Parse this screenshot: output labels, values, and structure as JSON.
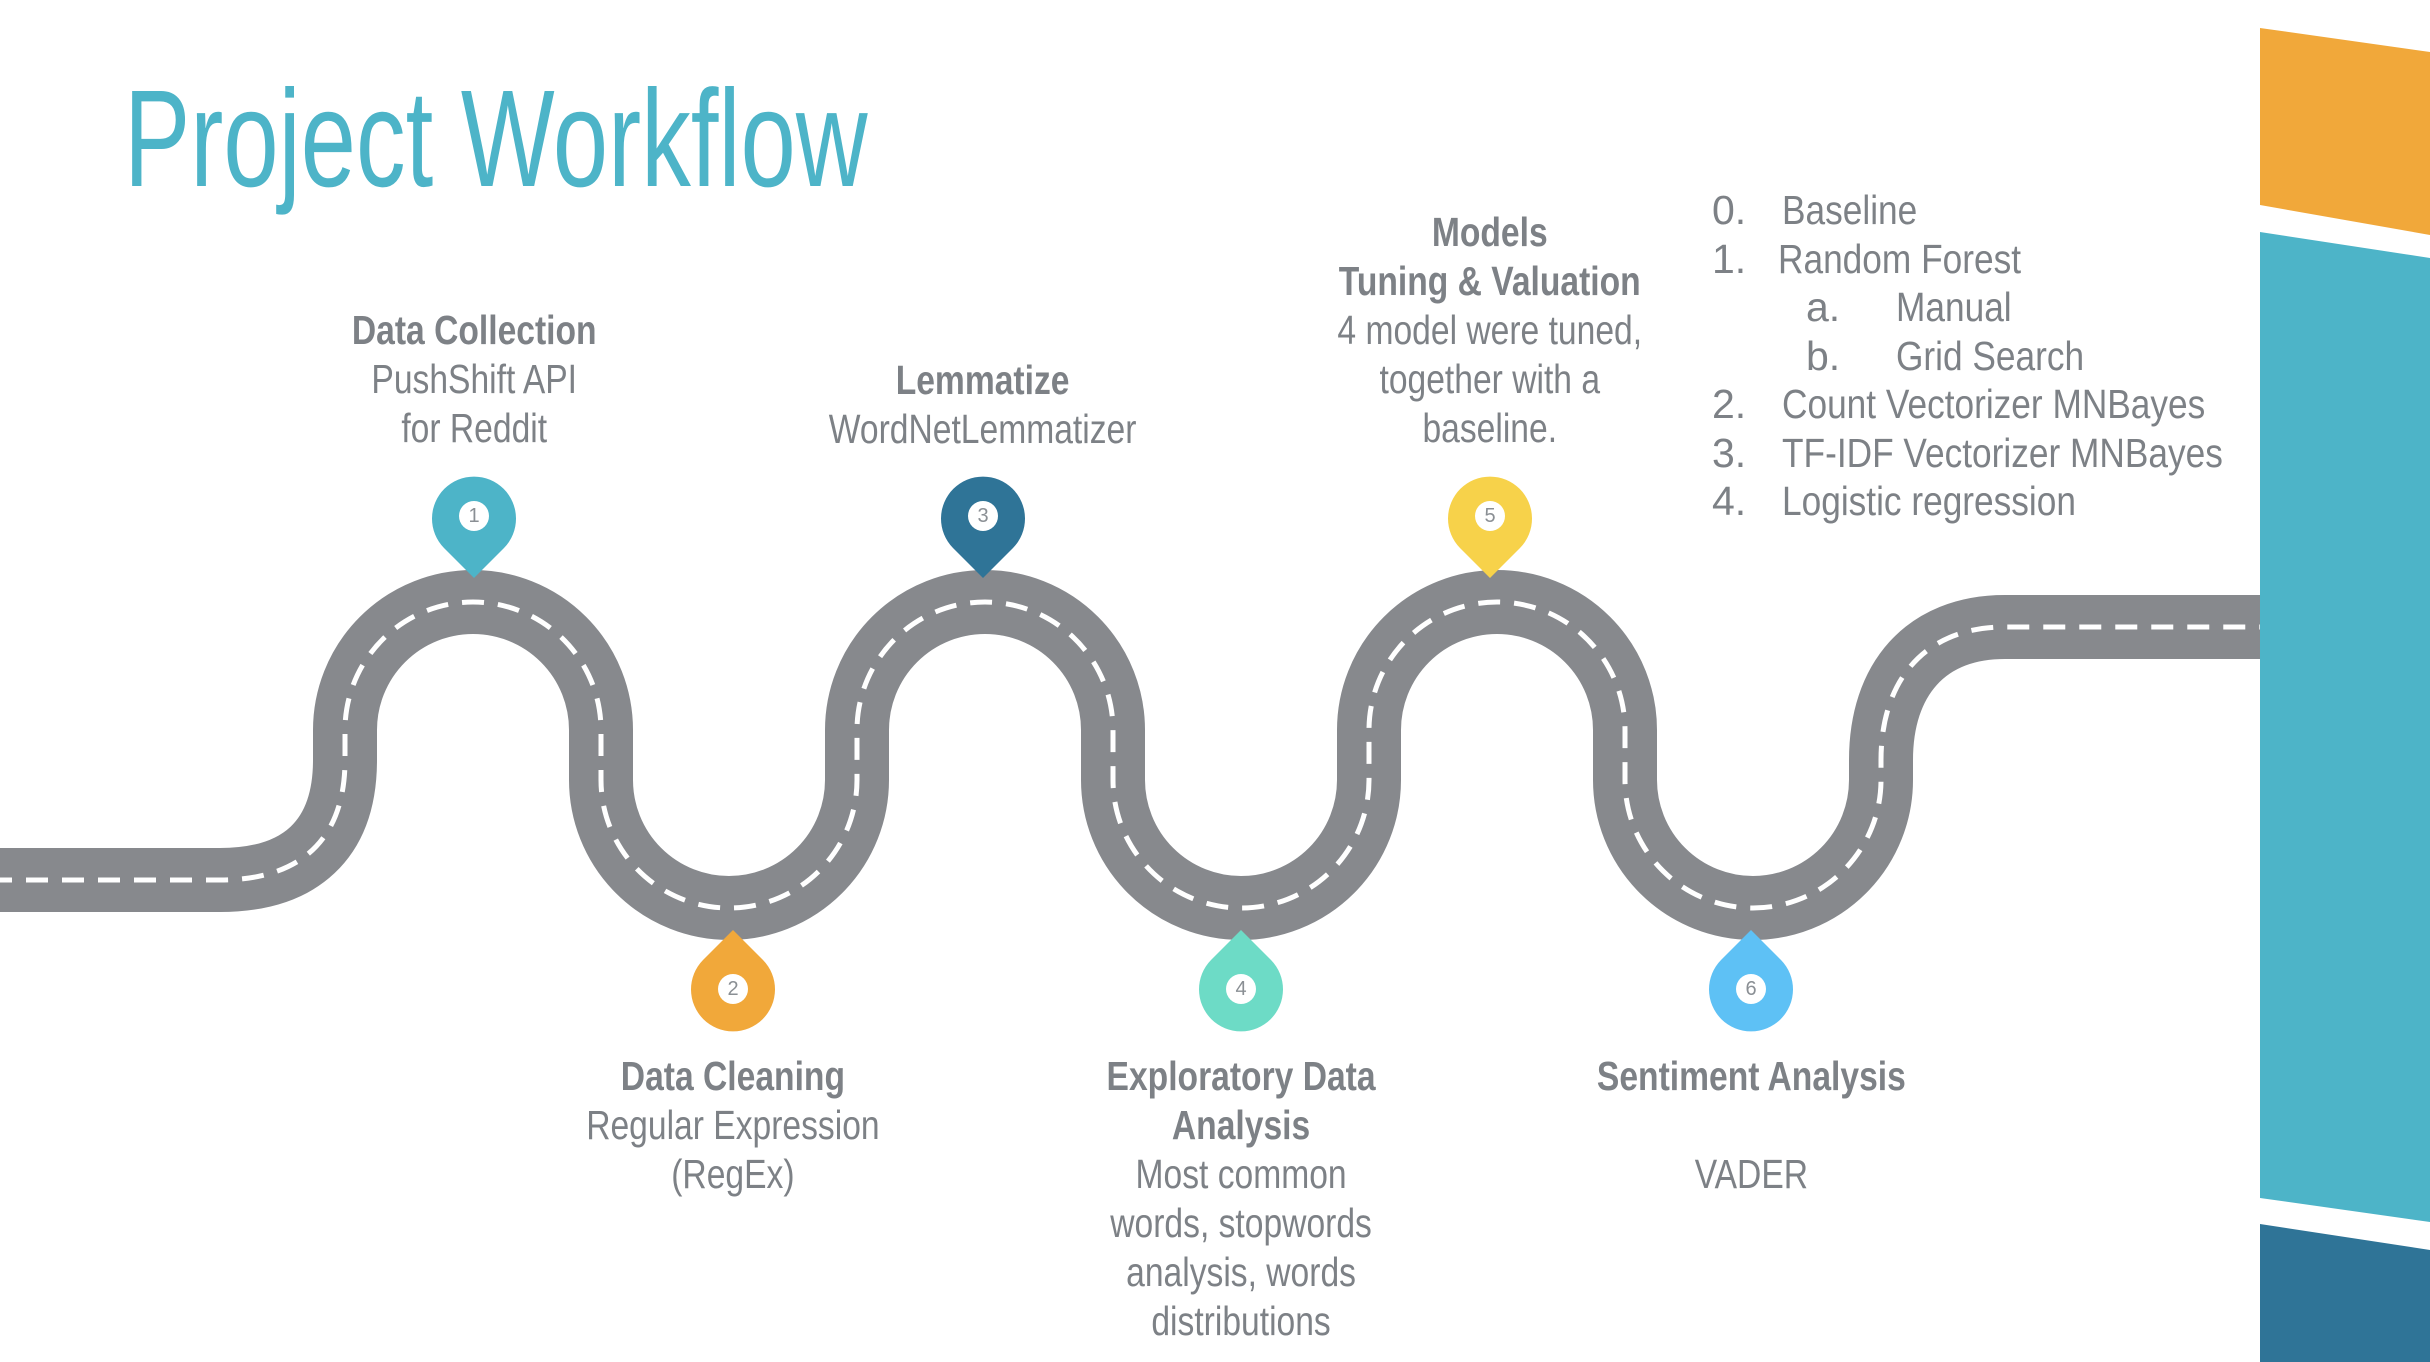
{
  "title": "Project Workflow",
  "colors": {
    "title": "#4db4c8",
    "road": "#87898d",
    "road_dash": "#ffffff",
    "text": "#7d8186",
    "deco_orange": "#f1a83a",
    "deco_teal": "#4db4c8",
    "deco_navy": "#2f7497"
  },
  "steps": [
    {
      "num": "1",
      "color": "#4db4c8",
      "heading": "Data Collection",
      "lines": [
        "PushShift API",
        "for Reddit"
      ]
    },
    {
      "num": "2",
      "color": "#f1a83a",
      "heading": "Data Cleaning",
      "lines": [
        "Regular Expression",
        "(RegEx)"
      ]
    },
    {
      "num": "3",
      "color": "#2f7497",
      "heading": "Lemmatize",
      "lines": [
        "WordNetLemmatizer"
      ]
    },
    {
      "num": "4",
      "color": "#6ddbc6",
      "heading": "Exploratory Data Analysis",
      "lines": [
        "Most common",
        "words, stopwords",
        "analysis, words",
        "distributions"
      ]
    },
    {
      "num": "5",
      "color": "#f7d24a",
      "heading": "Models Tuning & Valuation",
      "lines": [
        "4 model were tuned,",
        "together with a",
        "baseline."
      ]
    },
    {
      "num": "6",
      "color": "#5ec1f5",
      "heading": "Sentiment Analysis",
      "lines": [
        "",
        "VADER"
      ]
    }
  ],
  "models_list": [
    {
      "num": "0.",
      "text": "Baseline"
    },
    {
      "num": "1.",
      "text": "Random Forest"
    },
    {
      "num": "a.",
      "text": "Manual"
    },
    {
      "num": "b.",
      "text": "Grid Search"
    },
    {
      "num": "2.",
      "text": "Count Vectorizer MNBayes"
    },
    {
      "num": "3.",
      "text": "TF-IDF Vectorizer MNBayes"
    },
    {
      "num": "4.",
      "text": "Logistic regression"
    }
  ]
}
